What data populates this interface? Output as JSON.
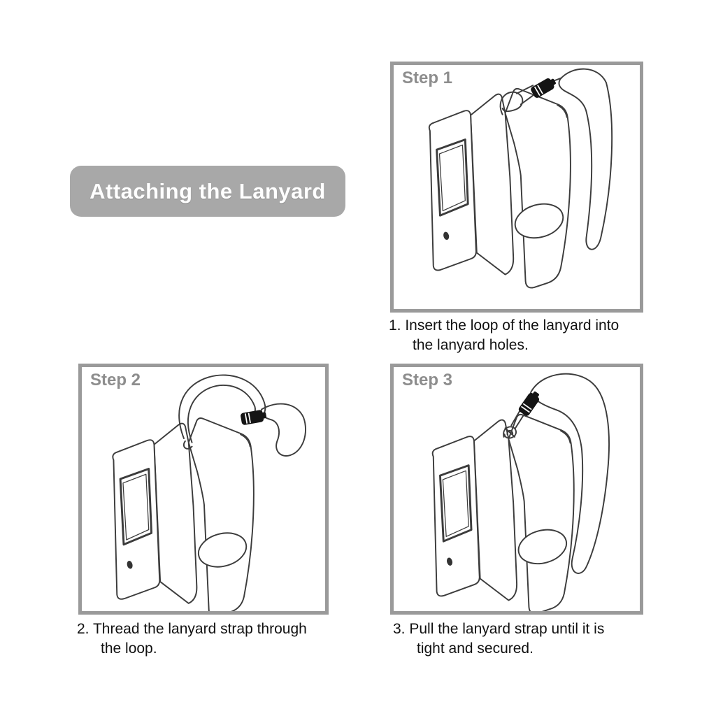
{
  "title_badge": {
    "label": "Attaching the Lanyard",
    "bg_color": "#a8a8a8",
    "text_color": "#ffffff"
  },
  "steps": [
    {
      "label": "Step 1",
      "caption_lines": [
        "1. Insert the loop of the lanyard into",
        "the lanyard holes."
      ],
      "illustration": "oximeter-lanyard-loop-inserted"
    },
    {
      "label": "Step 2",
      "caption_lines": [
        "2. Thread the lanyard strap through",
        "the loop."
      ],
      "illustration": "oximeter-lanyard-strap-threaded"
    },
    {
      "label": "Step 3",
      "caption_lines": [
        "3. Pull the lanyard strap until it is",
        "tight and secured."
      ],
      "illustration": "oximeter-lanyard-strap-tightened"
    }
  ],
  "colors": {
    "panel_border": "#9a9a9a",
    "step_label": "#8d8d8d",
    "caption_text": "#111111",
    "line_art": "#3c3c3c",
    "ferrule": "#141414"
  }
}
